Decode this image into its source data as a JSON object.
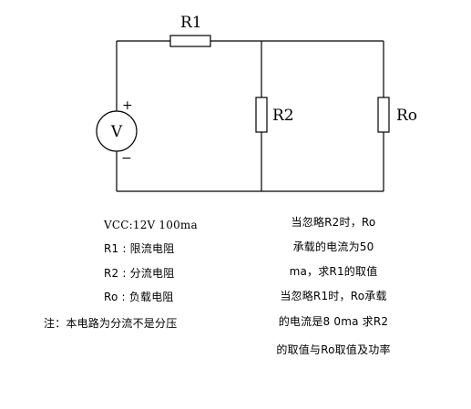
{
  "circuit": {
    "labels": {
      "r1": "R1",
      "r2": "R2",
      "ro": "Ro",
      "source": "V",
      "plus": "+",
      "minus": "−"
    }
  },
  "specs": {
    "vcc": "VCC:12V 100ma",
    "r1": "R1 : 限流电阻",
    "r2": "R2 : 分流电阻",
    "ro": "Ro : 负载电阻",
    "note": "注：本电路为分流不是分压"
  },
  "question": {
    "lines": [
      "当忽略R2时，Ro",
      "承载的电流为50",
      "ma，求R1的取值",
      "当忽略R1时，Ro承载",
      "的电流是8 0ma 求R2",
      "的取值与Ro取值及功率"
    ]
  }
}
